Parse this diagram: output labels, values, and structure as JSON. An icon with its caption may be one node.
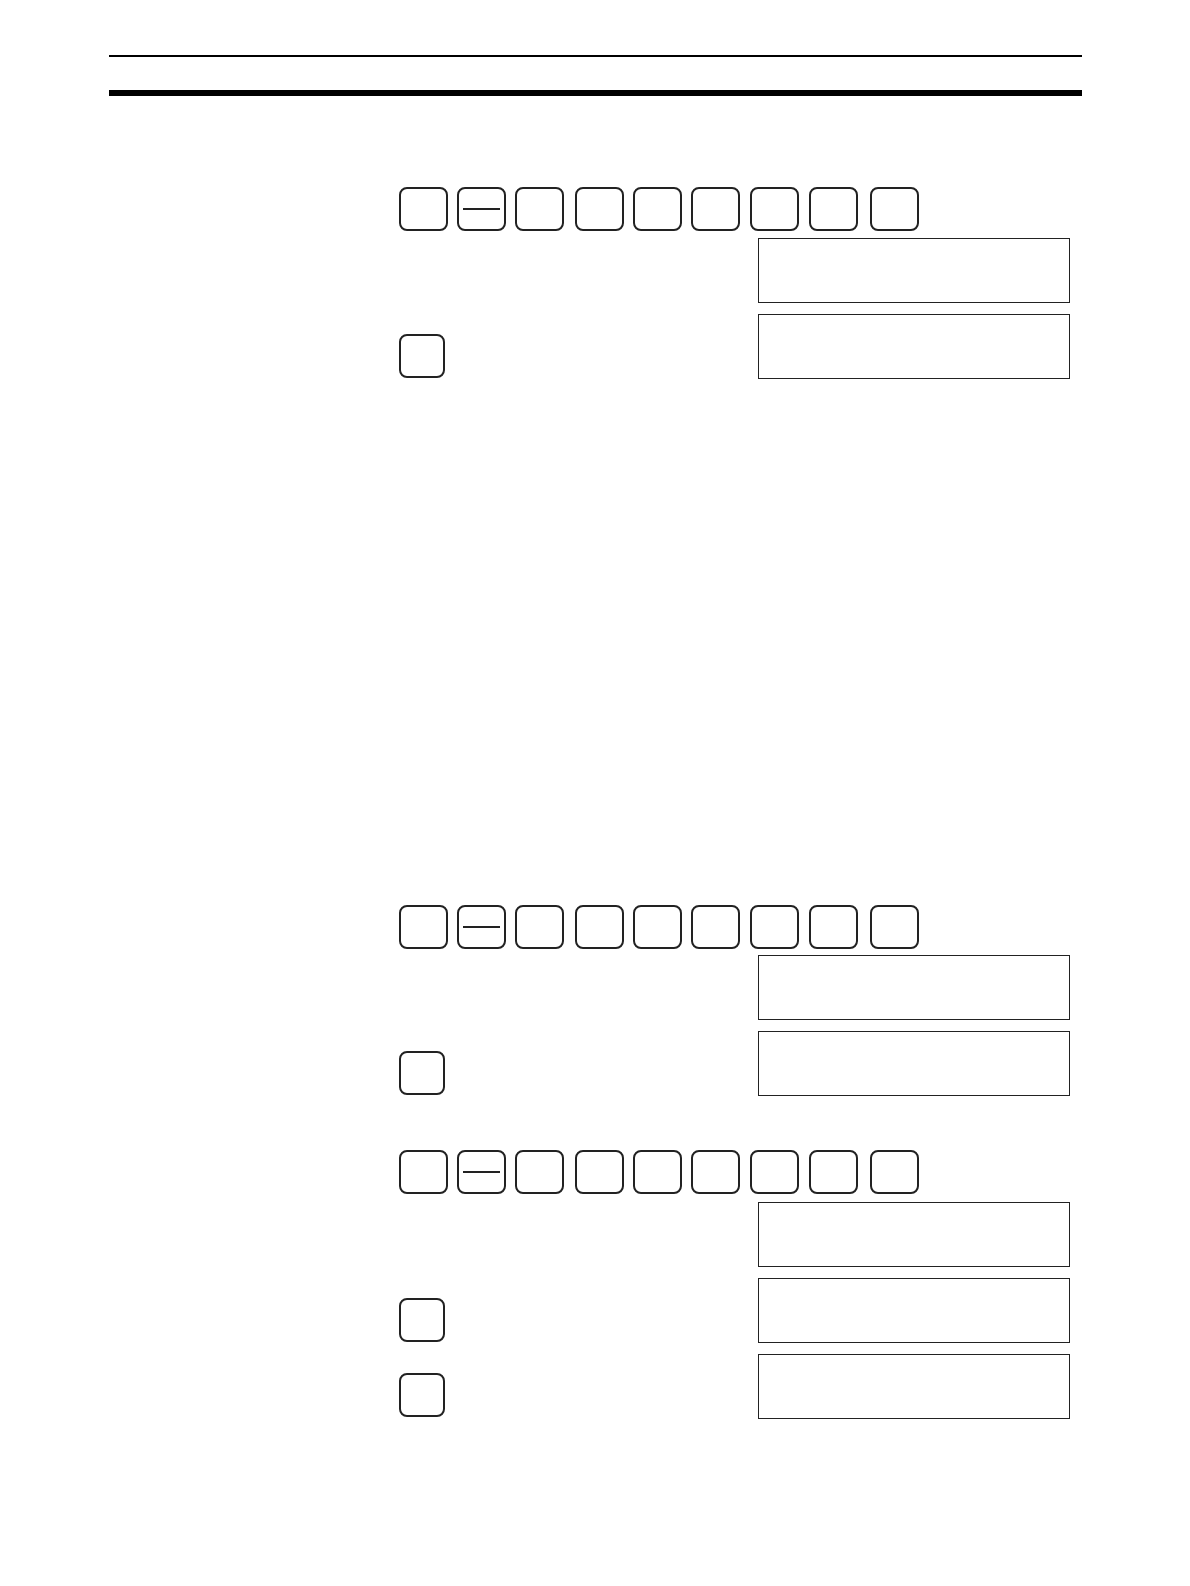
{
  "diagram": {
    "nodes": [
      {
        "text": [],
        "shape": "key"
      },
      {
        "text": [],
        "shape": "minus"
      },
      {
        "text": [],
        "shape": "key"
      },
      {
        "text": [],
        "shape": "key"
      },
      {
        "text": [],
        "shape": "key"
      },
      {
        "text": [],
        "shape": "key"
      },
      {
        "text": [],
        "shape": "key"
      },
      {
        "text": [],
        "shape": "key"
      },
      {
        "text": [],
        "shape": "key"
      },
      {
        "text": [],
        "shape": "box"
      },
      {
        "text": [],
        "shape": "key"
      },
      {
        "text": [],
        "shape": "box"
      },
      {
        "text": [],
        "shape": "key"
      },
      {
        "text": [],
        "shape": "minus"
      },
      {
        "text": [],
        "shape": "key"
      },
      {
        "text": [],
        "shape": "key"
      },
      {
        "text": [],
        "shape": "key"
      },
      {
        "text": [],
        "shape": "key"
      },
      {
        "text": [],
        "shape": "key"
      },
      {
        "text": [],
        "shape": "key"
      },
      {
        "text": [],
        "shape": "key"
      },
      {
        "text": [],
        "shape": "box"
      },
      {
        "text": [],
        "shape": "key"
      },
      {
        "text": [],
        "shape": "box"
      },
      {
        "text": [],
        "shape": "key"
      },
      {
        "text": [],
        "shape": "minus"
      },
      {
        "text": [],
        "shape": "key"
      },
      {
        "text": [],
        "shape": "key"
      },
      {
        "text": [],
        "shape": "key"
      },
      {
        "text": [],
        "shape": "key"
      },
      {
        "text": [],
        "shape": "key"
      },
      {
        "text": [],
        "shape": "key"
      },
      {
        "text": [],
        "shape": "key"
      },
      {
        "text": [],
        "shape": "box"
      },
      {
        "text": [],
        "shape": "key"
      },
      {
        "text": [],
        "shape": "box"
      },
      {
        "text": [],
        "shape": "key"
      },
      {
        "text": [],
        "shape": "box"
      }
    ]
  }
}
